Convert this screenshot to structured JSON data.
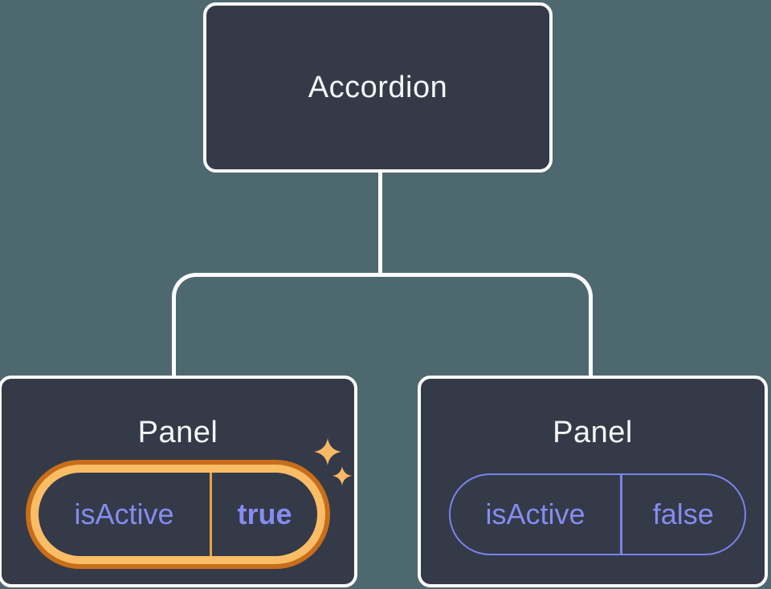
{
  "root": {
    "label": "Accordion"
  },
  "panels": [
    {
      "title": "Panel",
      "prop_name": "isActive",
      "prop_value": "true",
      "highlighted": true
    },
    {
      "title": "Panel",
      "prop_name": "isActive",
      "prop_value": "false",
      "highlighted": false
    }
  ],
  "icons": {
    "sparkles": "four-point-stars"
  },
  "colors": {
    "background": "#4E6870",
    "node_fill": "#343A48",
    "node_border": "#FFFFFF",
    "node_text": "#F6F7F9",
    "connector": "#FFFFFF",
    "state_text_purple": "#858CF0",
    "pill_border_purple": "#7B83EB",
    "highlight_ring_outer_orange": "#C86E1B",
    "highlight_ring_inner_orange": "#FABD66",
    "highlight_divider_orange": "#EDA23C",
    "sparkle_gold": "#F9B964"
  }
}
